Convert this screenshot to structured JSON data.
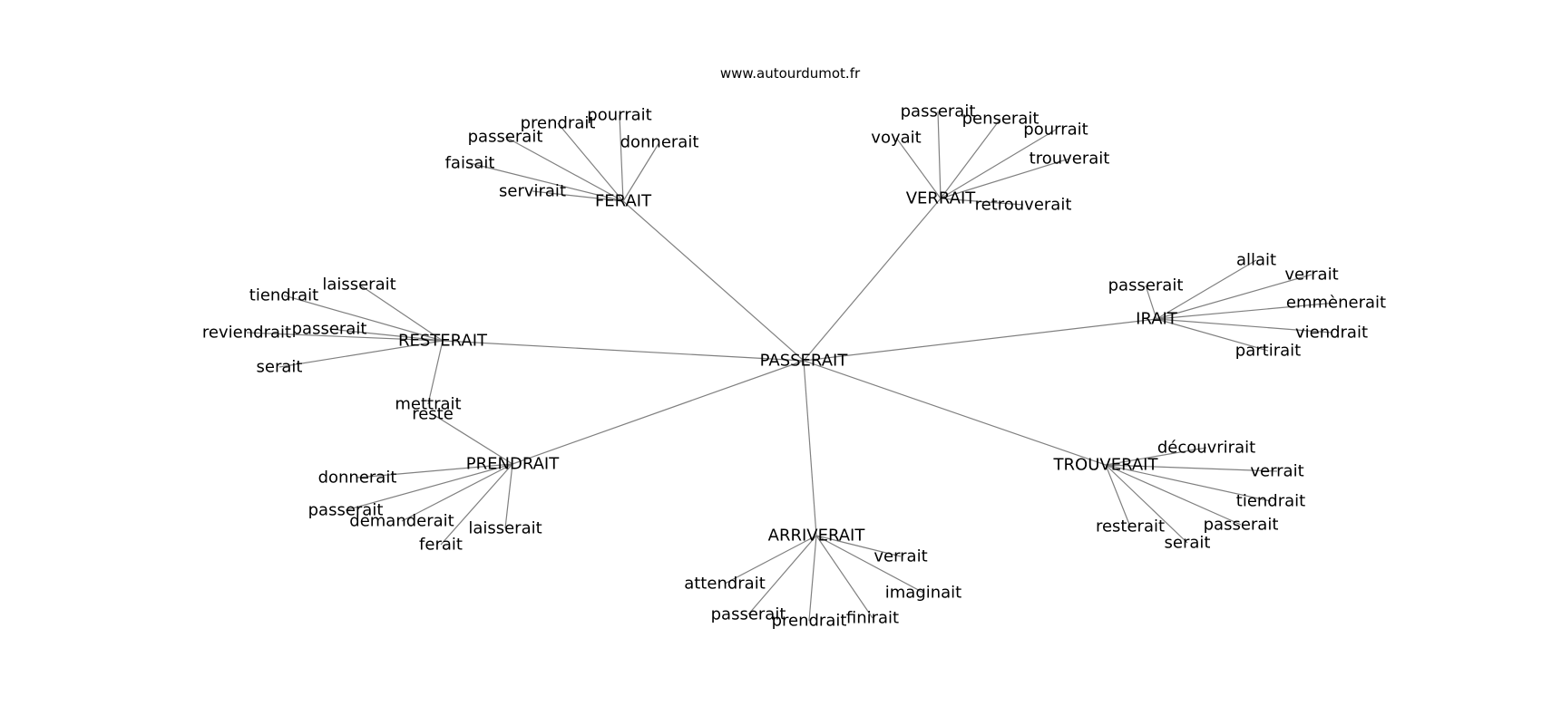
{
  "header": {
    "site": "www.autourdumot.fr"
  },
  "colors": {
    "edge": "#808080",
    "text": "#000000",
    "background": "#ffffff"
  },
  "graph": {
    "center": "PASSERAIT",
    "clusters": [
      {
        "hub": "FERAIT",
        "leaves": [
          "pourrait",
          "prendrait",
          "passerait",
          "donnerait",
          "faisait",
          "servirait"
        ]
      },
      {
        "hub": "VERRAIT",
        "leaves": [
          "passerait",
          "penserait",
          "voyait",
          "pourrait",
          "trouverait",
          "retrouverait"
        ]
      },
      {
        "hub": "IRAIT",
        "leaves": [
          "allait",
          "verrait",
          "passerait",
          "emmènerait",
          "viendrait",
          "partirait"
        ]
      },
      {
        "hub": "RESTERAIT",
        "leaves": [
          "laisserait",
          "tiendrait",
          "passerait",
          "reviendrait",
          "serait",
          "mettrait"
        ]
      },
      {
        "hub": "PRENDRAIT",
        "leaves": [
          "reste",
          "donnerait",
          "passerait",
          "demanderait",
          "ferait",
          "laisserait"
        ]
      },
      {
        "hub": "TROUVERAIT",
        "leaves": [
          "découvrirait",
          "verrait",
          "tiendrait",
          "passerait",
          "resterait",
          "serait"
        ]
      },
      {
        "hub": "ARRIVERAIT",
        "leaves": [
          "verrait",
          "attendrait",
          "imaginait",
          "passerait",
          "prendrait",
          "finirait"
        ]
      }
    ]
  }
}
